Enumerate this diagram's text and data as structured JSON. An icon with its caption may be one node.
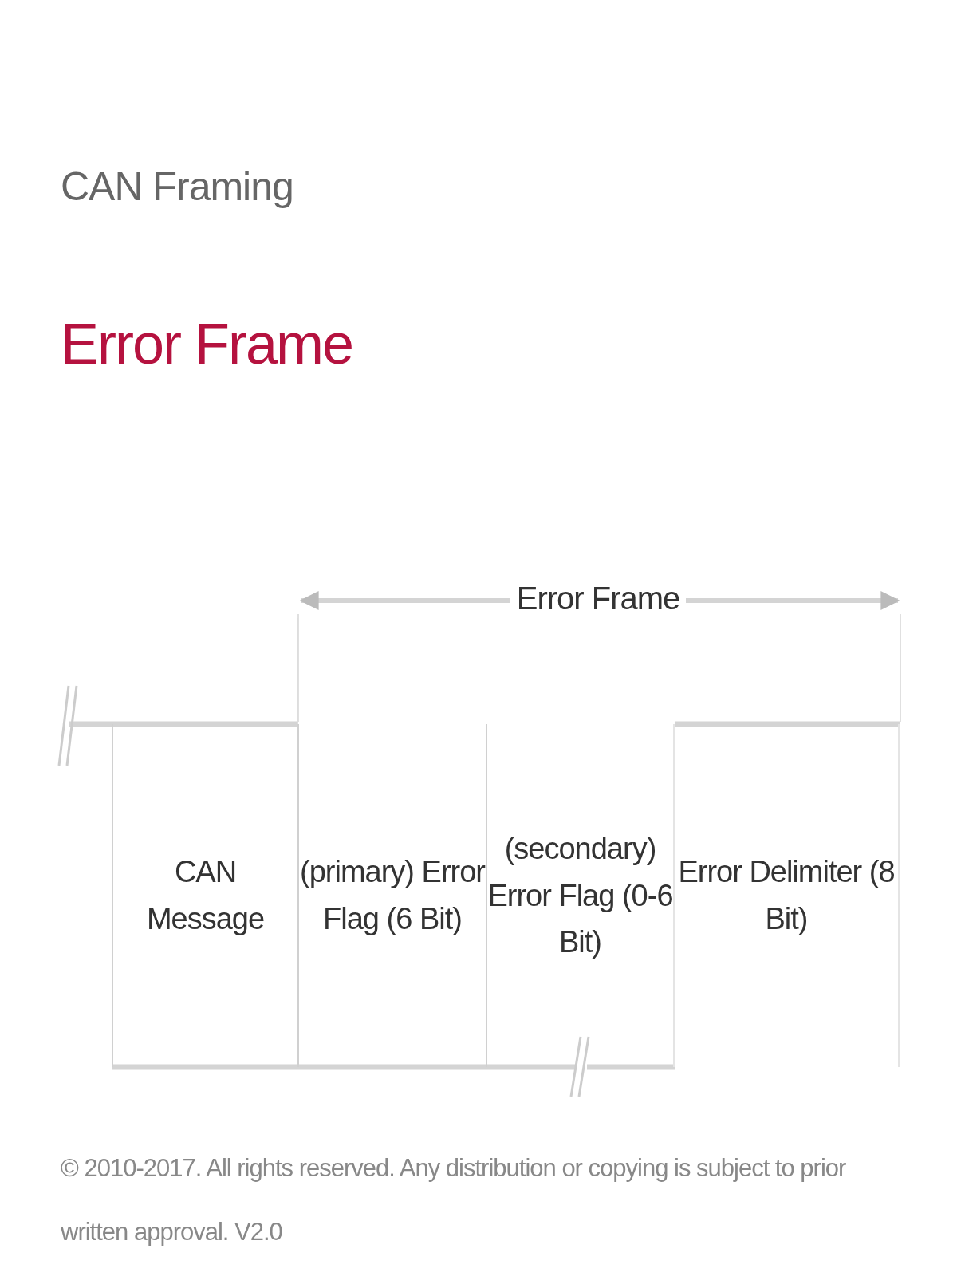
{
  "diagram": {
    "title": "CAN Framing",
    "nodes": [
      {
        "text": [
          "CAN Message"
        ]
      },
      {
        "text": [
          "(primary) Error Flag (6 Bit)"
        ]
      },
      {
        "text": [
          "(secondary) Error Flag (0-6 Bit)"
        ]
      },
      {
        "text": [
          "Error Delimiter (8 Bit)"
        ]
      }
    ],
    "labels": [
      "Error Frame",
      "Error Frame"
    ],
    "caption": "© 2010-2017. All rights reserved. Any distribution or copying is subject to prior written approval. V2.0"
  }
}
